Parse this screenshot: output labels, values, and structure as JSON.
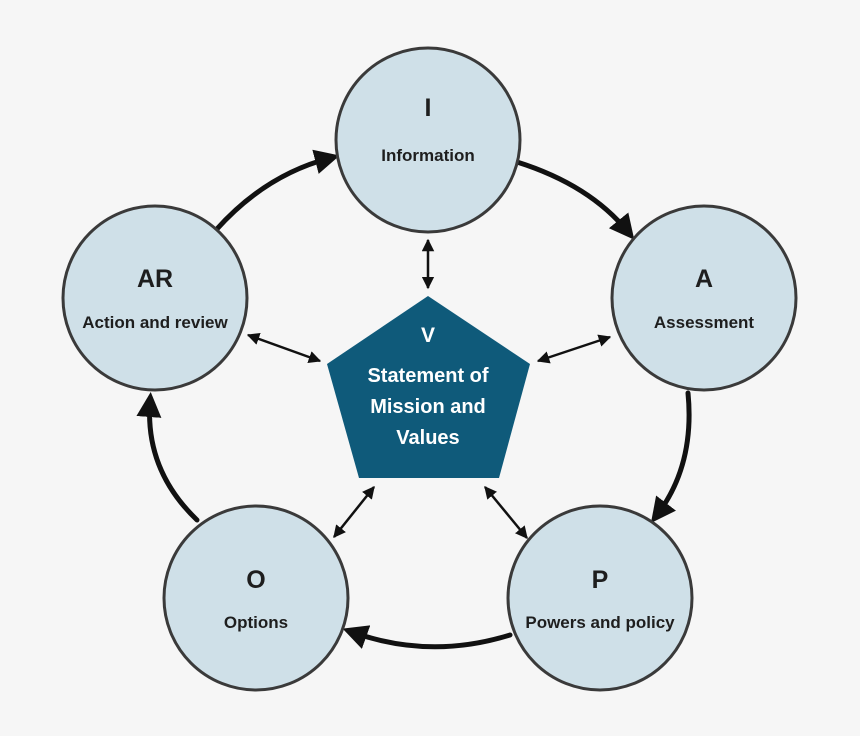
{
  "diagram": {
    "nodes": {
      "information": {
        "letter": "I",
        "label": "Information"
      },
      "assessment": {
        "letter": "A",
        "label": "Assessment"
      },
      "powers": {
        "letter": "P",
        "label": "Powers and policy"
      },
      "options": {
        "letter": "O",
        "label": "Options"
      },
      "action": {
        "letter": "AR",
        "label": "Action and review"
      }
    },
    "center": {
      "letter": "V",
      "lines": [
        "Statement of",
        "Mission and",
        "Values"
      ]
    },
    "colors": {
      "circle_fill": "#cfe0e8",
      "center_fill": "#0f5a7a",
      "arrow": "#111111",
      "background": "#f6f6f6"
    }
  }
}
